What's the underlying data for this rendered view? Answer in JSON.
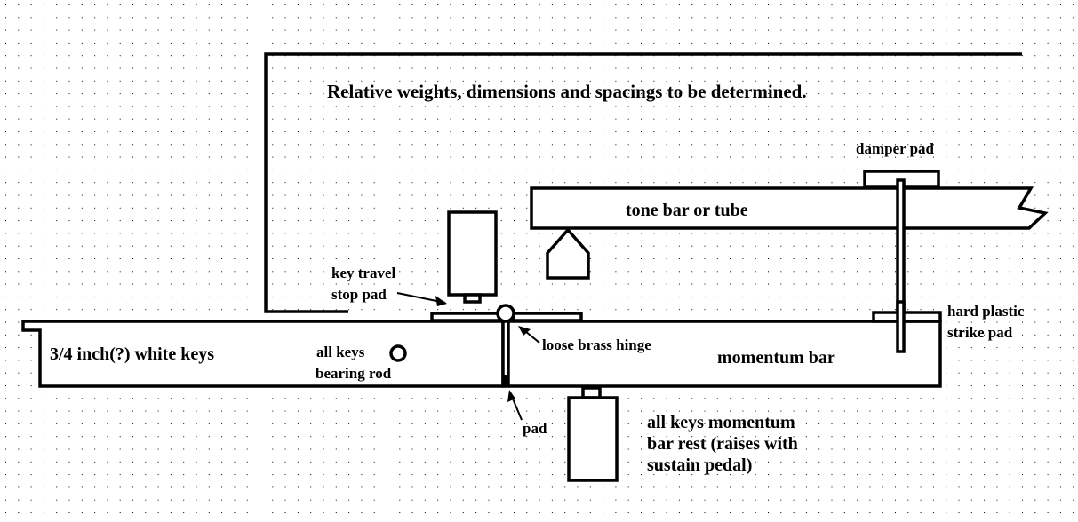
{
  "diagram": {
    "title_note": "Relative weights, dimensions and spacings to be determined.",
    "labels": {
      "tone_bar": "tone bar or tube",
      "damper_pad": "damper pad",
      "key_travel_stop_pad_line1": "key travel",
      "key_travel_stop_pad_line2": "stop pad",
      "white_keys": "3/4 inch(?) white keys",
      "bearing_rod_line1": "all keys",
      "bearing_rod_line2": "bearing rod",
      "hinge": "loose brass hinge",
      "momentum_bar": "momentum bar",
      "strike_pad_line1": "hard plastic",
      "strike_pad_line2": "strike pad",
      "pad": "pad",
      "momentum_rest_line1": "all keys momentum",
      "momentum_rest_line2": "bar rest (raises with",
      "momentum_rest_line3": "sustain pedal)"
    },
    "colors": {
      "ink": "#000000",
      "background": "#ffffff",
      "grid_dot": "#000000"
    }
  }
}
